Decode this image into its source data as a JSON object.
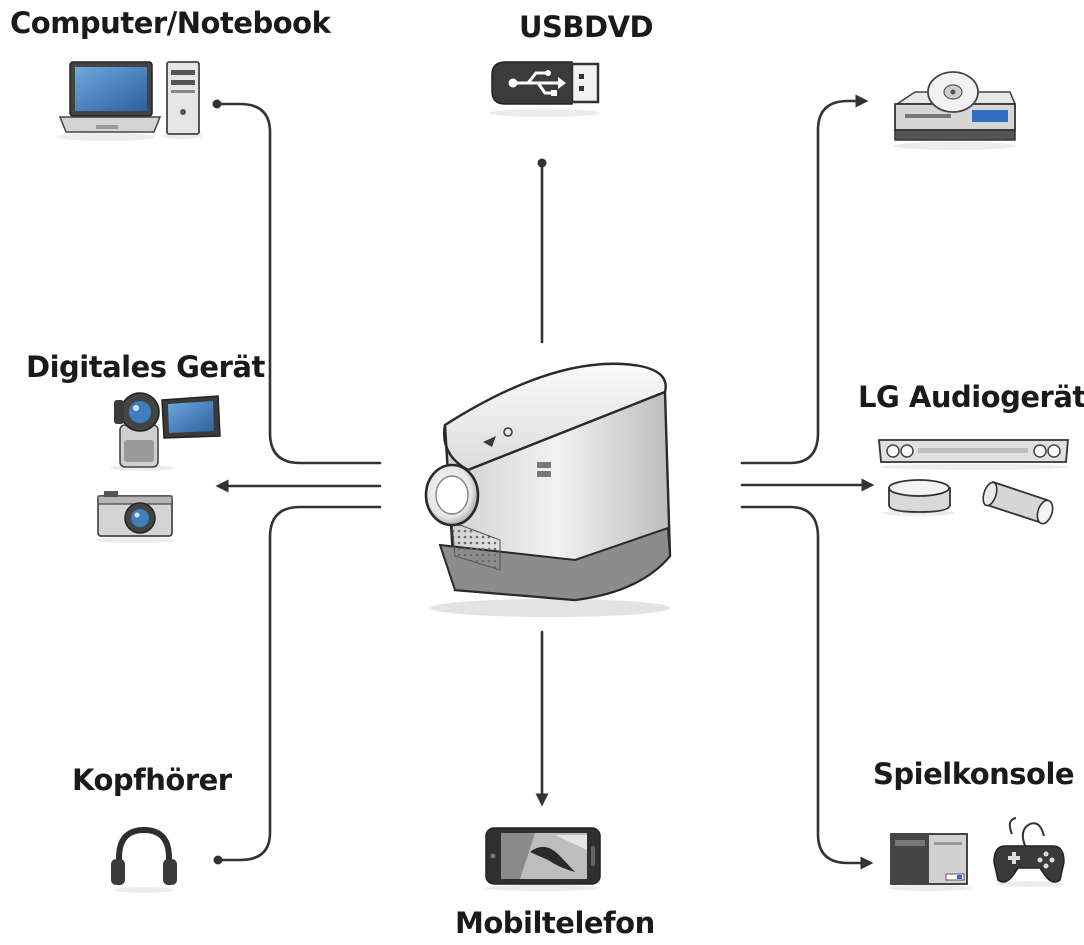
{
  "labels": {
    "computer": "Computer/Notebook",
    "usbdvd": "USBDVD",
    "digital": "Digitales Gerät",
    "audio": "LG Audiogerät",
    "headphone": "Kopfhörer",
    "console": "Spielkonsole",
    "mobile": "Mobiltelefon"
  },
  "colors": {
    "line": "#333333",
    "device_dark": "#3a3a3a",
    "device_light": "#d9d9d9",
    "screen_blue": "#3f7fc0",
    "accent_blue": "#2e6fc2"
  },
  "icons": {
    "projector": "projector-icon",
    "laptop": "laptop-icon",
    "pc_tower": "pc-tower-icon",
    "usb": "usb-stick-icon",
    "dvd": "dvd-player-icon",
    "camcorder": "camcorder-icon",
    "camera": "camera-icon",
    "soundbar": "soundbar-icon",
    "speaker": "speaker-icon",
    "headphones": "headphones-icon",
    "game_console": "game-console-icon",
    "gamepad": "gamepad-icon",
    "phone": "mobile-phone-icon"
  }
}
